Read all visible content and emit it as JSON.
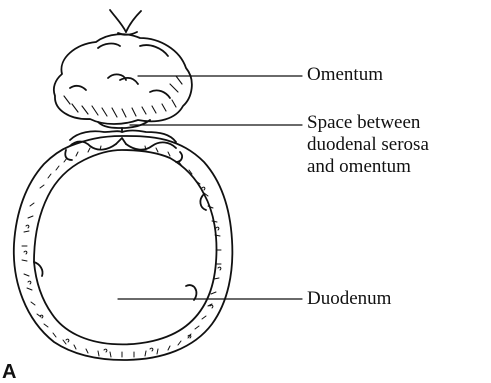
{
  "labels": {
    "omentum": "Omentum",
    "space_line1": "Space between",
    "space_line2": "duodenal serosa",
    "space_line3": "and omentum",
    "duodenum": "Duodenum"
  },
  "panel_letter": "A",
  "colors": {
    "ink": "#111111",
    "background": "#ffffff"
  }
}
